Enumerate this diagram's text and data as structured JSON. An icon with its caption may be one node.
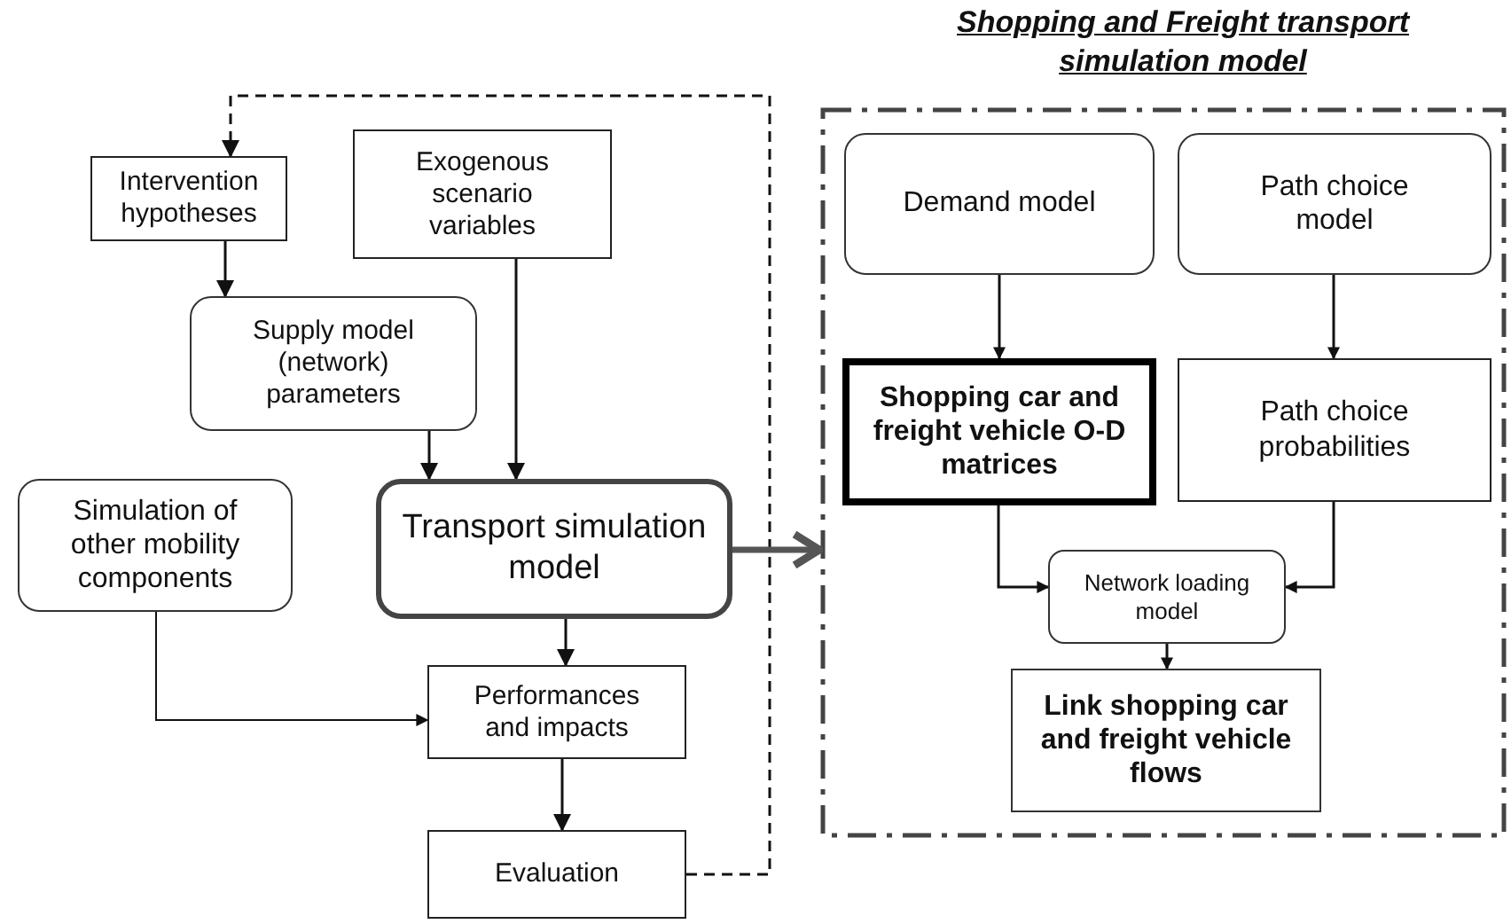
{
  "diagram": {
    "nodes": [
      {
        "text": [
          "Intervention hypotheses"
        ]
      },
      {
        "text": [
          "Exogenous scenario variables"
        ]
      },
      {
        "text": [
          "Supply model (network) parameters"
        ]
      },
      {
        "text": [
          "Simulation of other mobility components"
        ]
      },
      {
        "text": [
          "Transport simulation model"
        ]
      },
      {
        "text": [
          "Performances and impacts"
        ]
      },
      {
        "text": [
          "Evaluation"
        ]
      },
      {
        "text": [
          "Shopping and Freight transport simulation model"
        ]
      },
      {
        "text": [
          "Demand model"
        ],
        "in": 7
      },
      {
        "text": [
          "Path choice model"
        ],
        "in": 7
      },
      {
        "text": [
          "Shopping car and freight vehicle O-D matrices"
        ],
        "in": 7
      },
      {
        "text": [
          "Path choice probabilities"
        ],
        "in": 7
      },
      {
        "text": [
          "Network loading model"
        ],
        "in": 7
      },
      {
        "text": [
          "Link shopping car and freight vehicle flows"
        ],
        "in": 7
      }
    ],
    "edges": [
      {
        "from": 6,
        "to": 0,
        "arrow": "to",
        "style": "dashed"
      },
      {
        "from": 0,
        "to": 2,
        "arrow": "to"
      },
      {
        "from": 2,
        "to": 4,
        "arrow": "to"
      },
      {
        "from": 1,
        "to": 4,
        "arrow": "to"
      },
      {
        "from": 4,
        "to": 7,
        "arrow": "to",
        "style": "thick",
        "color": "#555555"
      },
      {
        "from": 4,
        "to": 5,
        "arrow": "to"
      },
      {
        "from": 3,
        "to": 5,
        "arrow": "to"
      },
      {
        "from": 5,
        "to": 6,
        "arrow": "to"
      },
      {
        "from": 8,
        "to": 10,
        "arrow": "to"
      },
      {
        "from": 9,
        "to": 11,
        "arrow": "to"
      },
      {
        "from": 10,
        "to": 12,
        "arrow": "to"
      },
      {
        "from": 11,
        "to": 12,
        "arrow": "to"
      },
      {
        "from": 12,
        "to": 13,
        "arrow": "to"
      }
    ]
  }
}
